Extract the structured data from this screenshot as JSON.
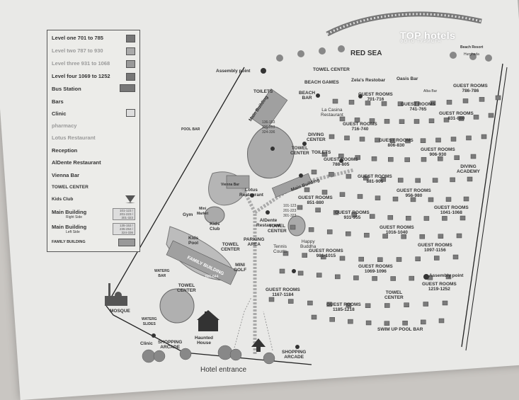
{
  "legend": {
    "level1": "Level one 701 to 785",
    "level2": "Level two 787 to 930",
    "level3": "Level three 931 to 1068",
    "level4": "Level four 1069 to 1252",
    "bus_station": "Bus Station",
    "bars": "Bars",
    "clinic": "Clinic",
    "pharmacy": "pharmacy",
    "lotus": "Lotus Restaurant",
    "reception": "Reception",
    "aldente": "AlDente Restaurant",
    "vienna": "Vienna Bar",
    "towel": "TOWEL CENTER",
    "kids": "Kids Club",
    "main_right": "Main Building",
    "main_right_side": "Right Side",
    "main_right_rooms": "101-123 / 201-223 / 301-323",
    "main_left": "Main Building",
    "main_left_side": "Left Side",
    "main_left_rooms": "135-153 / 235-253 / 324-336",
    "family": "FAMILY BUILDING"
  },
  "map": {
    "red_sea": "RED SEA",
    "assembly_top": "Assembly point",
    "towel_top": "TOWEL CENTER",
    "zelas": "Zela's Restobar",
    "oasis": "Oasis Bar",
    "resort": "Beach Resort",
    "hurghada": "Hurghada",
    "alba": "Alba Bar",
    "toilets_top": "TOILETS",
    "beach_games": "BEACH GAMES",
    "beach_bar": "BEACH\nBAR",
    "la_casina": "La Casina\nRestaurant",
    "gr_701": "GUEST ROOMS\n701-716",
    "gr_741": "GUEST ROOMS\n741-765",
    "gr_786": "GUEST ROOMS\n786-786",
    "gr_831": "GUEST ROOMS\n831-880",
    "gr_716": "GUEST ROOMS\n716-740",
    "gr_806": "GUEST ROOMS\n806-830",
    "gr_906": "GUEST ROOMS\n906-930",
    "gr_788": "GUEST ROOMS\n788-805",
    "gr_881": "GUEST ROOMS\n881-905",
    "gr_956": "GUEST ROOMS\n956-980",
    "gr_1041": "GUEST ROOMS\n1041-1068",
    "gr_851": "GUEST ROOMS\n851-880",
    "gr_931": "GUEST ROOMS\n931-955",
    "gr_1016": "GUEST ROOMS\n1016-1040",
    "gr_981": "GUEST ROOMS\n981-1015",
    "gr_1097": "GUEST ROOMS\n1097-1156",
    "gr_1069": "GUEST ROOMS\n1069-1096",
    "gr_1219": "GUEST ROOMS\n1219-1252",
    "gr_1167": "GUEST ROOMS\n1167-1184",
    "gr_1185": "GUEST ROOMS\n1185-1218",
    "diving_center": "DIVING\nCENTER",
    "diving_academy": "DIVING\nACADEMY",
    "towel_mid": "TOWEL\nCENTER",
    "toilets_mid": "TOILETS",
    "main_building_top": "Main Building",
    "main_building_mid": "Main Building",
    "main_rooms": "136-153\n236-253\n324-336",
    "main_rooms_2": "101-123\n201-223\n301-323",
    "pool_bar": "POOL BAR",
    "lotus_restaurant": "Lotus\nRestaurant",
    "vienna_bar": "Vienna Bar",
    "gym": "Gym",
    "mini_market": "Mini\nMarket",
    "kids_club": "Kids\nClub",
    "kids_pool": "Kids\nPool",
    "aldente_map": "AlDente\nRestaurant",
    "towel_center2": "TOWEL\nCENTER",
    "parking": "PARKING\nAREA",
    "tennis": "Tennis\nCourts",
    "happy_buddha": "Happy\nBuddha",
    "towel_lower": "TOWEL\nCENTER",
    "mini_golf": "MINI\nGOLF",
    "family_building": "FAMILY BUILDING",
    "family_rooms": "601-644",
    "waterg_bar": "WATERG\nBAR",
    "towel_left": "TOWEL\nCENTER",
    "waterg_slides": "WATERG\nSLIDES",
    "mosque": "MOSQUE",
    "clinic_map": "Clinic",
    "shopping_left": "SHOPPING\nARCADE",
    "haunted": "Haunted\nHouse",
    "shopping_right": "SHOPPING\nARCADE",
    "hotel_entrance": "Hotel entrance",
    "assembly_right": "Assembly point",
    "towel_right": "TOWEL\nCENTER",
    "swim_up": "SWIM UP POOL BAR"
  },
  "watermark": {
    "brand": "TOP hotels",
    "sub": "ФОТО ТУРИСТА"
  }
}
